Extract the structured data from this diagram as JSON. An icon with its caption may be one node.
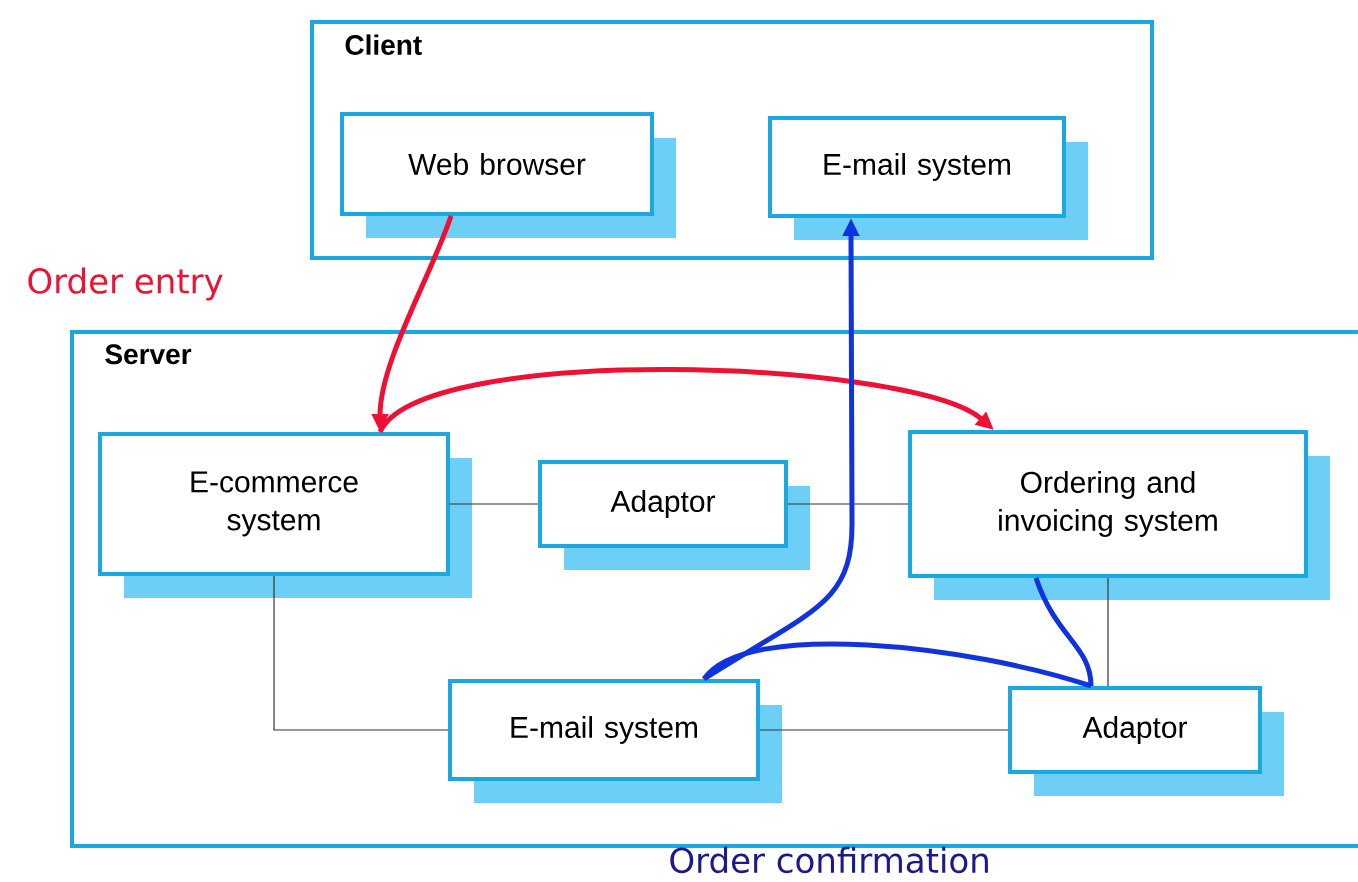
{
  "diagram": {
    "nodes": [
      {
        "text": [
          "Client"
        ]
      },
      {
        "text": [
          "Web browser"
        ],
        "in": 0
      },
      {
        "text": [
          "E-mail system"
        ],
        "in": 0
      },
      {
        "text": [
          "Server"
        ]
      },
      {
        "text": [
          "E-commerce system"
        ],
        "in": 3
      },
      {
        "text": [
          "Adaptor"
        ],
        "in": 3
      },
      {
        "text": [
          "Ordering and invoicing system"
        ],
        "in": 3
      },
      {
        "text": [
          "E-mail system"
        ],
        "in": 3
      },
      {
        "text": [
          "Adaptor"
        ],
        "in": 3
      }
    ],
    "edges": [
      {
        "from": 4,
        "to": 5,
        "arrow": "none"
      },
      {
        "from": 5,
        "to": 6,
        "arrow": "none"
      },
      {
        "from": 4,
        "to": 7,
        "arrow": "none"
      },
      {
        "from": 7,
        "to": 8,
        "arrow": "none"
      },
      {
        "from": 6,
        "to": 8,
        "arrow": "none"
      },
      {
        "from": 1,
        "to": 4,
        "arrow": "to",
        "style": "thick",
        "color": "#ee1133"
      },
      {
        "from": 4,
        "to": 6,
        "arrow": "to",
        "style": "thick",
        "color": "#ee1133"
      },
      {
        "from": 6,
        "to": 8,
        "arrow": "none",
        "style": "thick",
        "color": "#1133dd"
      },
      {
        "from": 8,
        "to": 7,
        "arrow": "none",
        "style": "thick",
        "color": "#1133dd"
      },
      {
        "from": 7,
        "to": 2,
        "arrow": "to",
        "style": "thick",
        "color": "#1133dd"
      }
    ],
    "labels": [
      "Order entry",
      "Order confirmation"
    ]
  }
}
